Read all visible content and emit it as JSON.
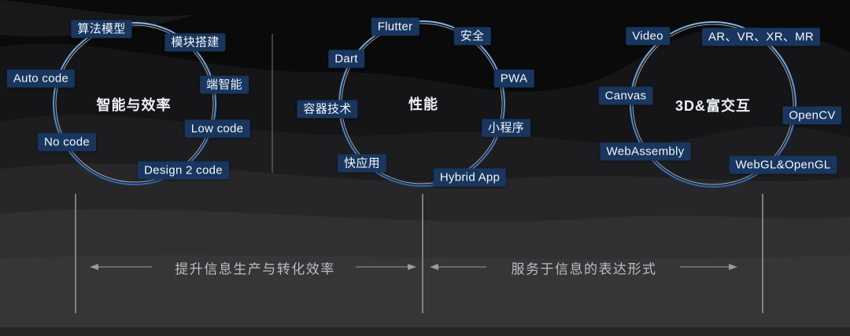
{
  "clusters": [
    {
      "title": "智能与效率",
      "items": [
        "算法模型",
        "模块搭建",
        "Auto code",
        "端智能",
        "No code",
        "Low code",
        "Design 2 code"
      ]
    },
    {
      "title": "性能",
      "items": [
        "Flutter",
        "安全",
        "Dart",
        "PWA",
        "容器技术",
        "小程序",
        "快应用",
        "Hybrid App"
      ]
    },
    {
      "title": "3D&富交互",
      "items": [
        "Video",
        "AR、VR、XR、MR",
        "Canvas",
        "OpenCV",
        "WebAssembly",
        "WebGL&OpenGL"
      ]
    }
  ],
  "brackets": [
    {
      "label": "提升信息生产与转化效率"
    },
    {
      "label": "服务于信息的表达形式"
    }
  ],
  "colors": {
    "tag_bg": "#18365e",
    "ring_blue_top": "#7fb9ee",
    "ring_blue_bottom": "#2a66b4",
    "ring_inner": "#d9e6f2",
    "bracket_line": "#9a9a9c",
    "bracket_text": "#bcbdc0"
  }
}
